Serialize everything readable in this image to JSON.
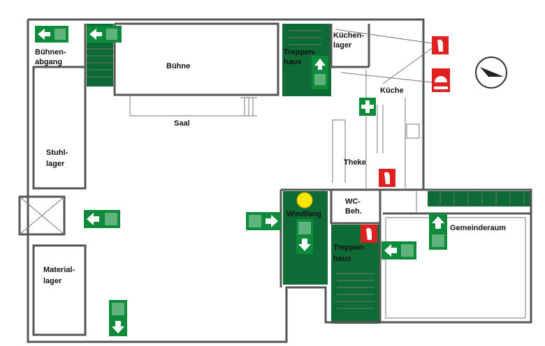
{
  "rooms": {
    "buehnenabgang": [
      "Bühnen-",
      "abgang"
    ],
    "buehne": "Bühne",
    "treppenhaus_top": [
      "Treppen-",
      "haus"
    ],
    "kuechenlager": [
      "Küchen-",
      "lager"
    ],
    "kueche": "Küche",
    "saal": "Saal",
    "stuhllager": [
      "Stuhl-",
      "lager"
    ],
    "theke": "Theke",
    "windfang": "Windfang",
    "wc": [
      "WC-",
      "Beh."
    ],
    "gemeinderaum": "Gemeinderaum",
    "treppenhaus_bottom": [
      "Treppen-",
      "haus"
    ],
    "materiallager": [
      "Material-",
      "lager"
    ]
  },
  "icons": {
    "exit": "emergency-exit-icon",
    "arrow": "direction-arrow-icon",
    "first_aid": "first-aid-icon",
    "extinguisher": "fire-extinguisher-icon",
    "alarm": "fire-alarm-icon",
    "compass": "compass-icon"
  },
  "colors": {
    "escape_green": "#0d8a3a",
    "stair_green": "#0e6b35",
    "fire_red": "#e02020",
    "assembly_yellow": "#ffe600"
  }
}
